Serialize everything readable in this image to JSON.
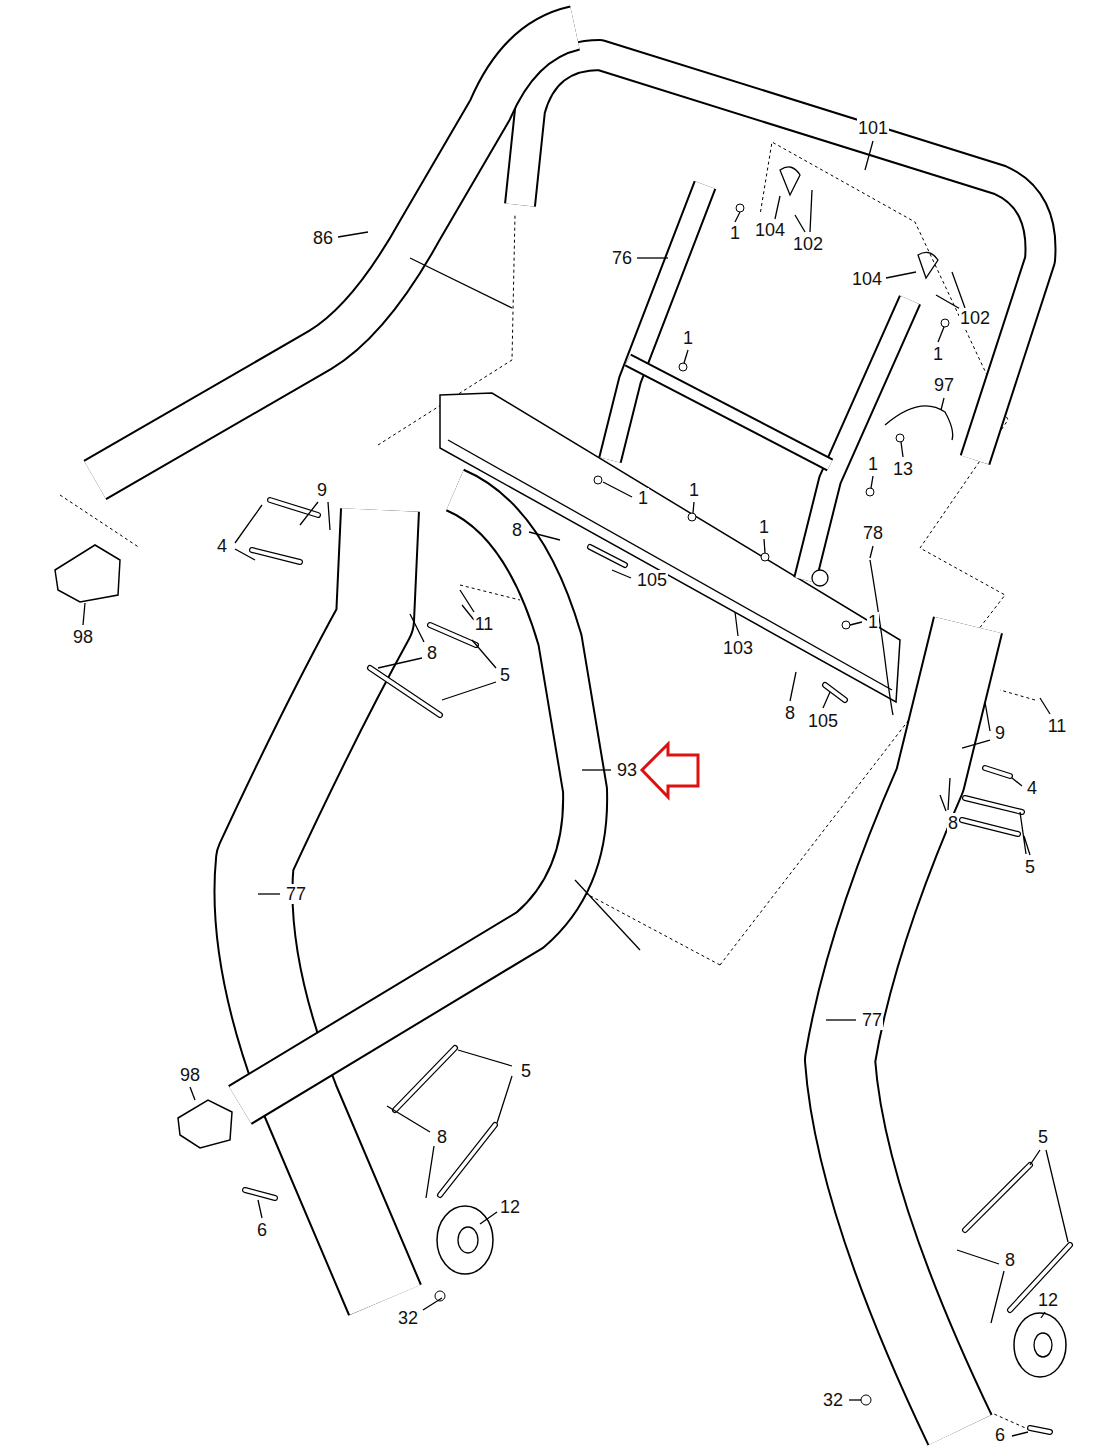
{
  "diagram": {
    "labels": [
      "101",
      "1",
      "104",
      "102",
      "86",
      "76",
      "104",
      "102",
      "1",
      "1",
      "97",
      "1",
      "1",
      "13",
      "1",
      "9",
      "4",
      "8",
      "1",
      "78",
      "105",
      "98",
      "11",
      "1",
      "103",
      "8",
      "5",
      "11",
      "9",
      "8",
      "105",
      "93",
      "4",
      "8",
      "5",
      "77",
      "77",
      "98",
      "5",
      "8",
      "12",
      "6",
      "32",
      "5",
      "8",
      "12",
      "32",
      "6"
    ]
  }
}
